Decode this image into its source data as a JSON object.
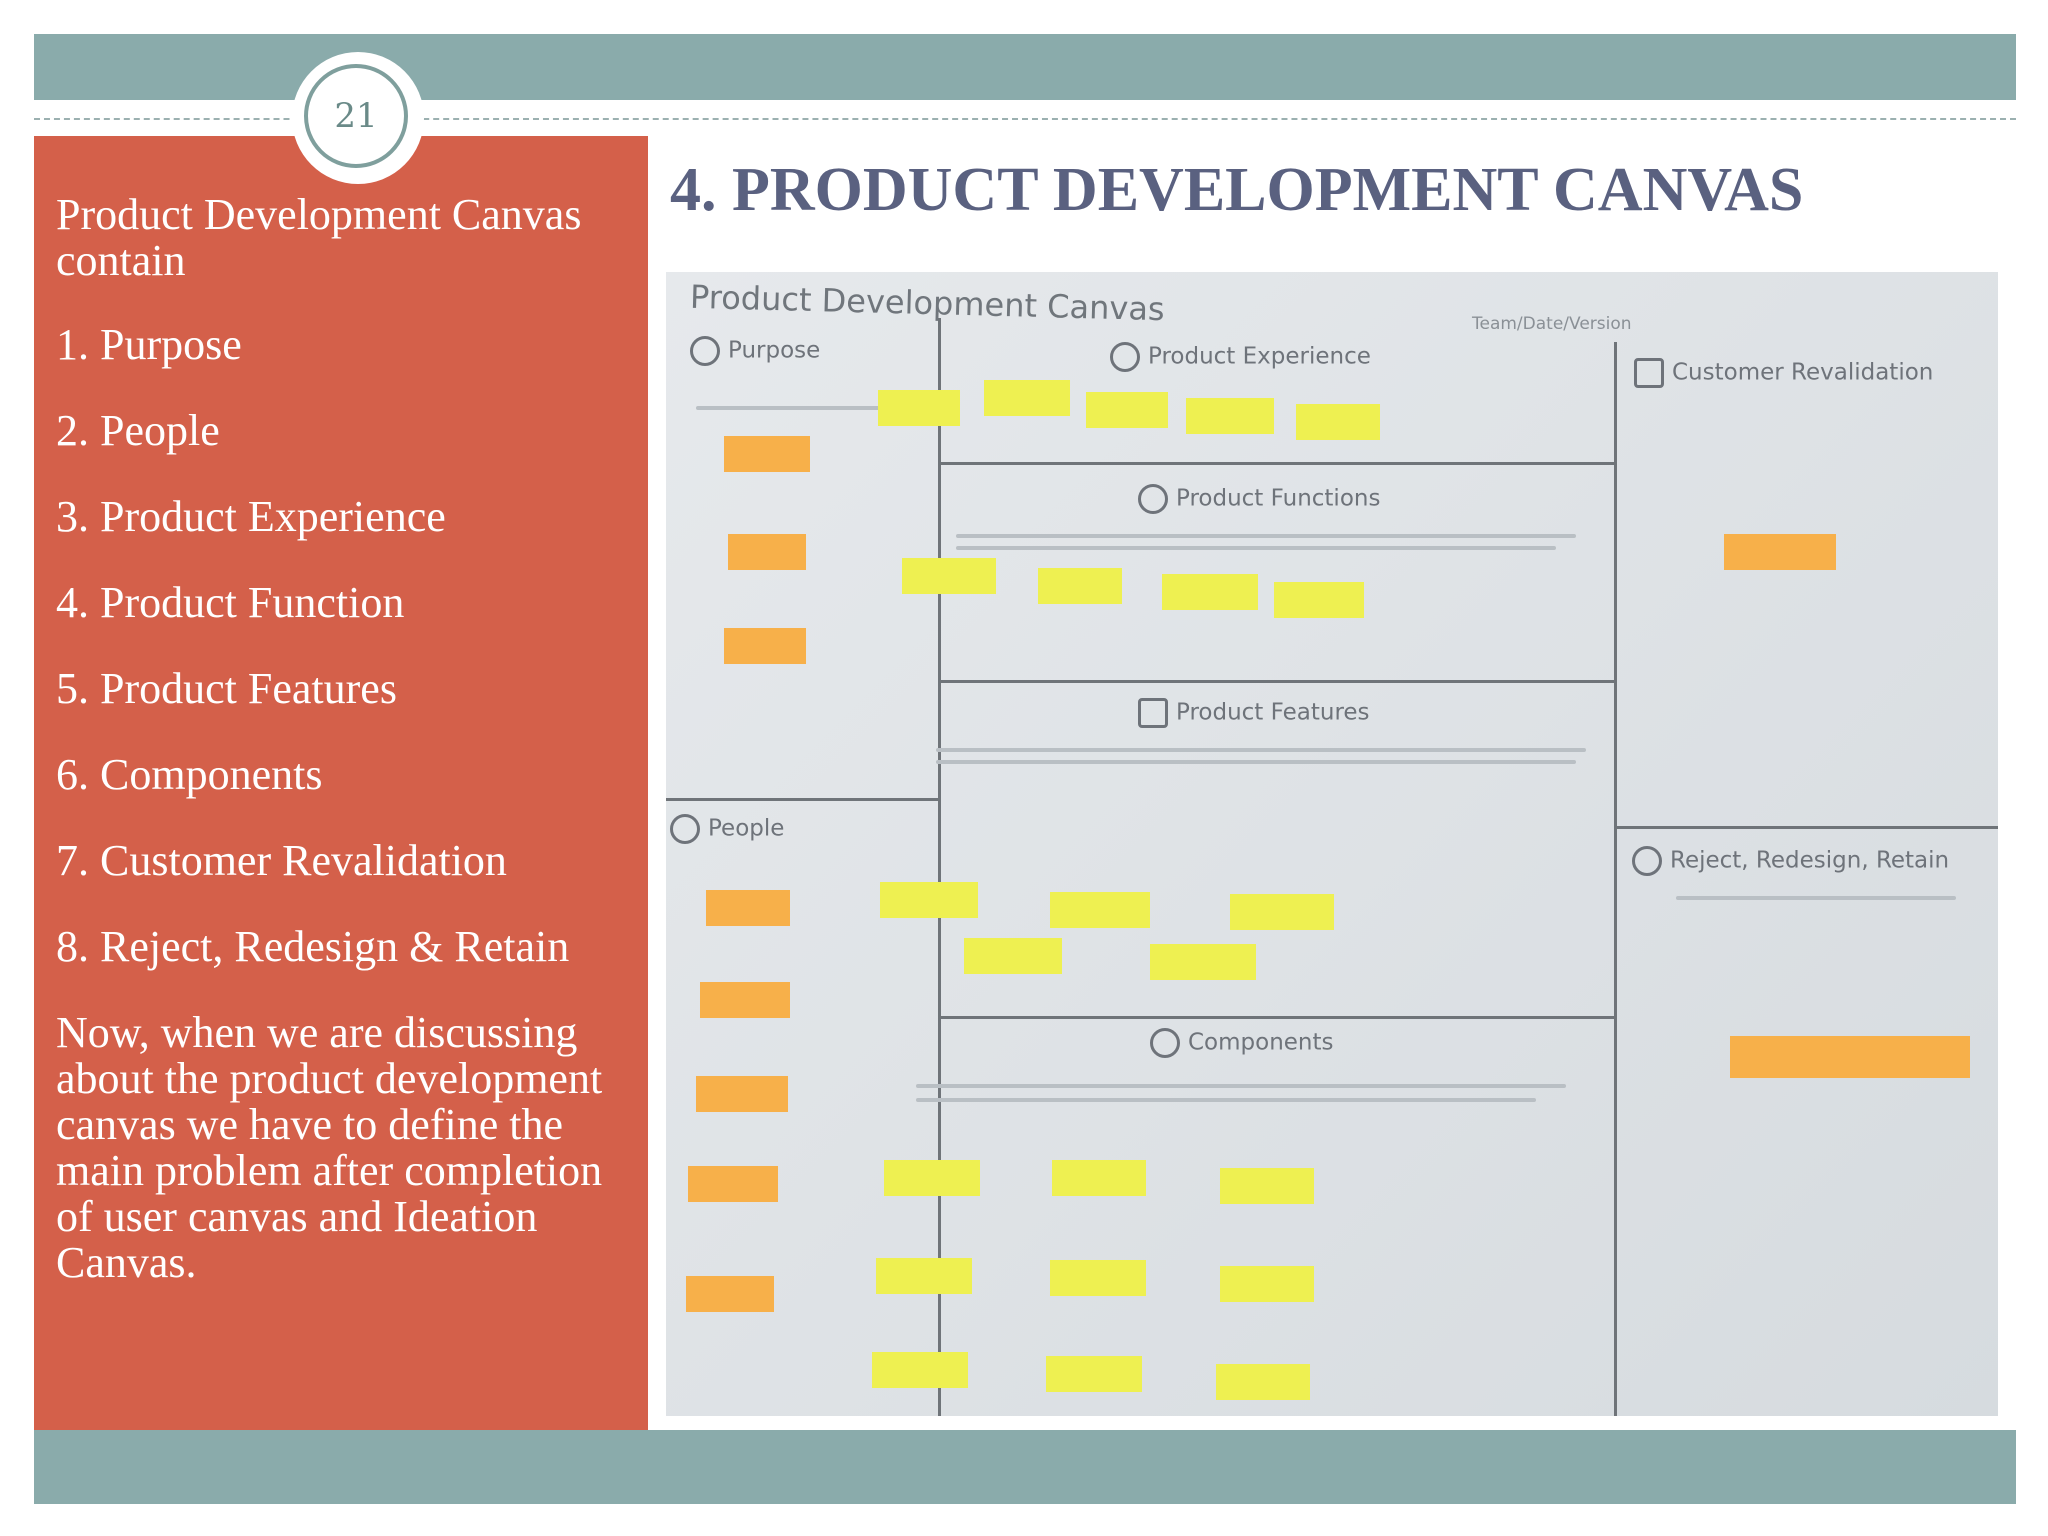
{
  "slide": {
    "number": "21",
    "title": "4.  PRODUCT DEVELOPMENT CANVAS",
    "intro": "Product Development Canvas contain",
    "items": [
      "1. Purpose",
      "2. People",
      "3. Product Experience",
      "4. Product Function",
      "5. Product Features",
      "6. Components",
      "7. Customer Revalidation",
      "8. Reject, Redesign & Retain"
    ],
    "note": " Now, when we are discussing about the product development canvas we have to define the main problem after completion of user canvas and Ideation Canvas."
  },
  "photo": {
    "canvas_title": "Product Development Canvas",
    "team_date_version": "Team/Date/Version",
    "sections": {
      "purpose": "Purpose",
      "people": "People",
      "product_experience": "Product Experience",
      "product_functions": "Product Functions",
      "product_features": "Product Features",
      "components": "Components",
      "customer_revalidation": "Customer Revalidation",
      "reject_redesign_retain": "Reject, Redesign, Retain"
    }
  },
  "colors": {
    "band": "#8aabab",
    "left_panel": "#d4604a",
    "title": "#5a6180",
    "sticky_yellow": "#eef051",
    "sticky_orange": "#f7b04a"
  }
}
